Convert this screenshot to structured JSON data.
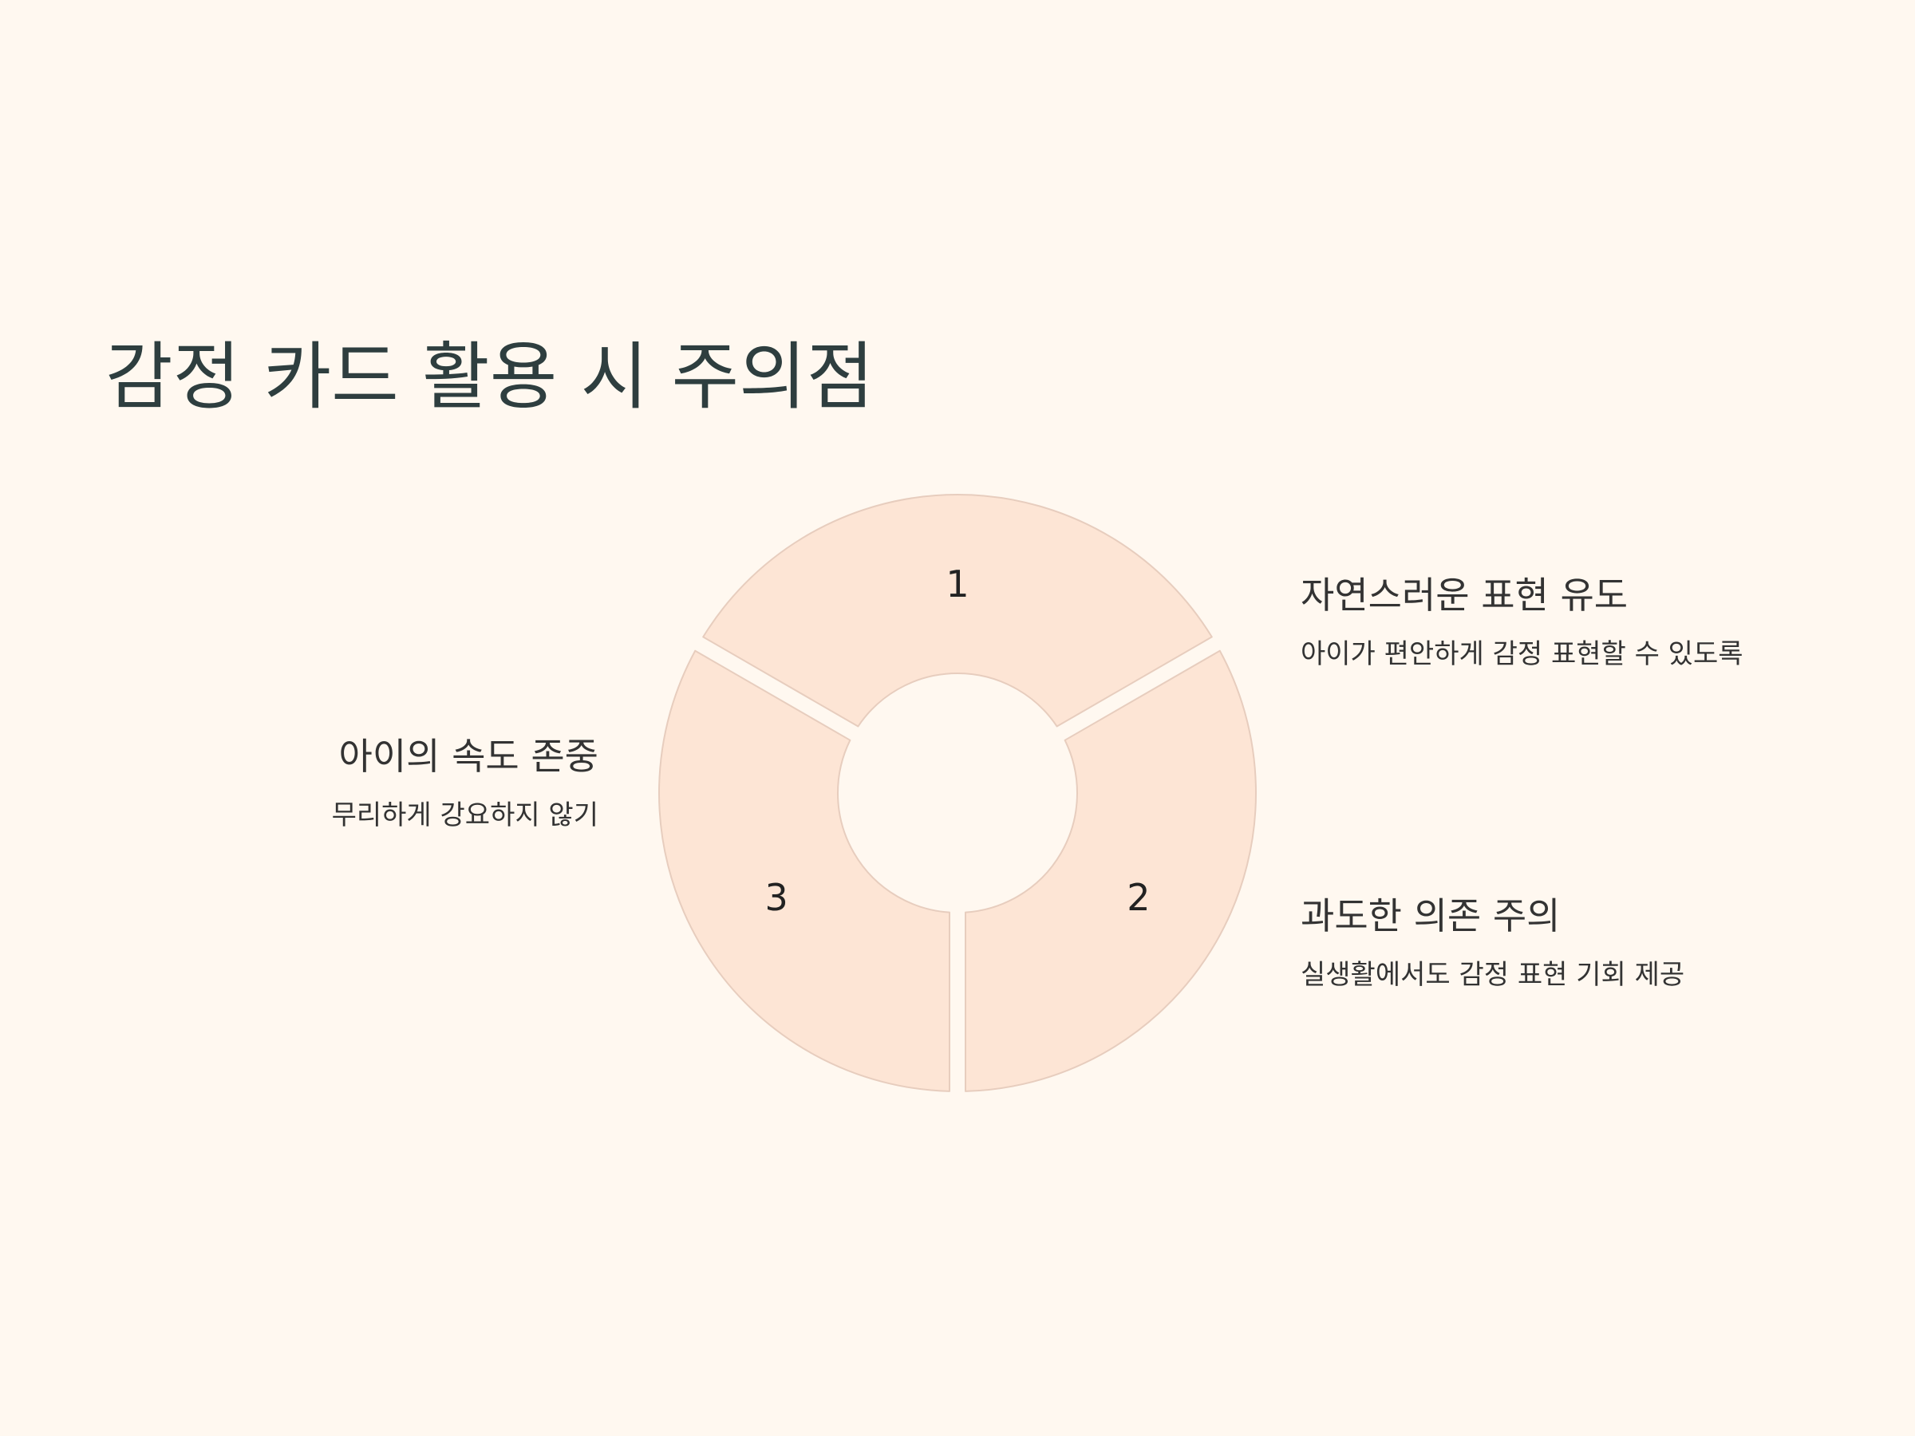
{
  "title": "감정 카드 활용 시 주의점",
  "colors": {
    "background": "#FFF8F0",
    "title": "#2E3E3F",
    "text": "#333333",
    "segment_fill": "#FDE5D5",
    "segment_stroke": "#E7CDBE",
    "number": "#222222"
  },
  "segments": [
    {
      "number": "1",
      "start_deg": 210,
      "end_deg": 330
    },
    {
      "number": "2",
      "start_deg": 330,
      "end_deg": 450
    },
    {
      "number": "3",
      "start_deg": 90,
      "end_deg": 210
    }
  ],
  "items": [
    {
      "title": "아이의 속도 존중",
      "desc": "무리하게 강요하지 않기"
    },
    {
      "title": "자연스러운 표현 유도",
      "desc": "아이가 편안하게 감정 표현할 수 있도록"
    },
    {
      "title": "과도한 의존 주의",
      "desc": "실생활에서도 감정 표현 기회 제공"
    }
  ]
}
